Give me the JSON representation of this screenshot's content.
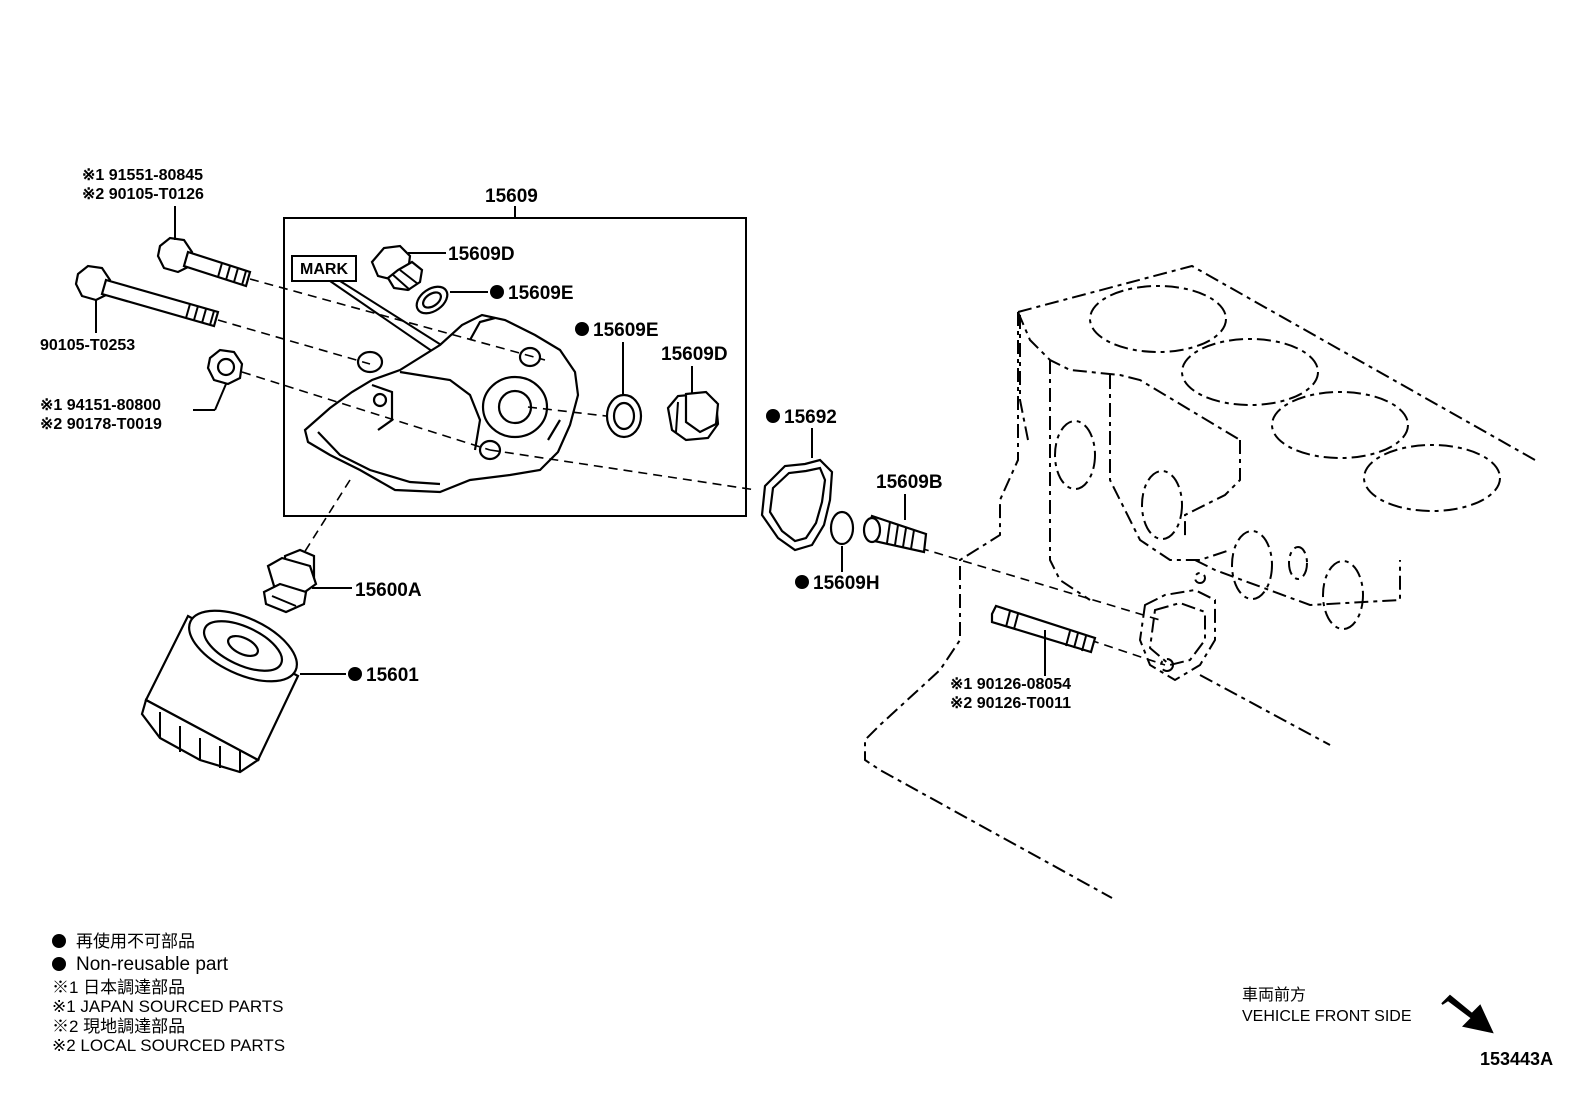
{
  "labels": {
    "bolt_top_line1": "※1  91551-80845",
    "bolt_top_line2": "※2  90105-T0126",
    "bolt_long": "90105-T0253",
    "nut_line1": "※1  94151-80800",
    "nut_line2": "※2  90178-T0019",
    "bracket": "15609",
    "mark": "MARK",
    "plug_d_top": "15609D",
    "gasket_e_top": "15609E",
    "gasket_e_mid": "15609E",
    "plug_d_mid": "15609D",
    "gasket_15692": "15692",
    "pipe_b": "15609B",
    "oring_h": "15609H",
    "union": "15600A",
    "filter": "15601",
    "stud_line1": "※1  90126-08054",
    "stud_line2": "※2  90126-T0011"
  },
  "legend": {
    "non_reusable_jp": "再使用不可部品",
    "non_reusable_en": "Non-reusable part",
    "japan_jp": "※1  日本調達部品",
    "japan_en": "※1  JAPAN SOURCED PARTS",
    "local_jp": "※2  現地調達部品",
    "local_en": "※2  LOCAL SOURCED PARTS"
  },
  "front": {
    "jp": "車両前方",
    "en": "VEHICLE FRONT SIDE"
  },
  "figure_number": "153443A",
  "non_reusable_parts": [
    "15609E",
    "15609E",
    "15692",
    "15609H",
    "15601"
  ]
}
